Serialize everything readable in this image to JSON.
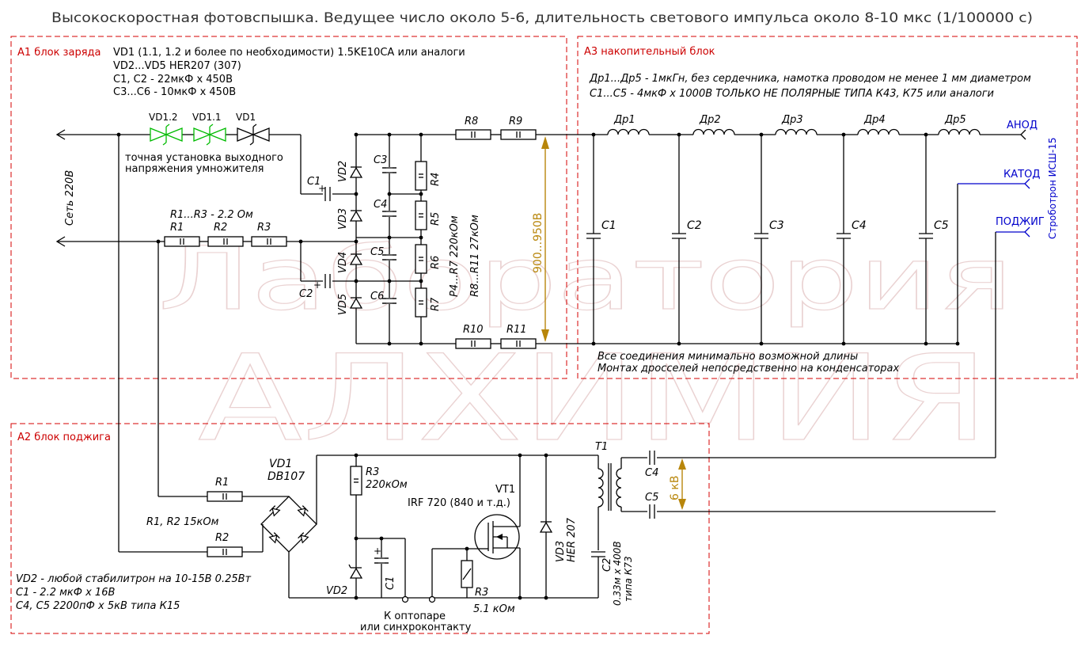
{
  "title": "Высокоскоростная фотовспышка. Ведущее число около 5-6, длительность светового импульса около 8-10 мкс (1/100000 с)",
  "watermark": {
    "line1": "Лаборатория",
    "line2": "АЛХИМИЯ"
  },
  "colors": {
    "frame": "#d40000",
    "wire": "#000000",
    "output_wire": "#0000cc",
    "zener": "#00bb00",
    "dimension": "#b8860b"
  },
  "icons": [
    "resistor-icon",
    "capacitor-icon",
    "diode-icon",
    "zener-icon",
    "inductor-icon",
    "transformer-icon",
    "mosfet-icon",
    "terminal-icon"
  ],
  "a1": {
    "title": "А1 блок заряда",
    "notes": [
      "VD1 (1.1, 1.2 и более по необходимости) 1.5KE10CA или аналоги",
      "VD2...VD5 HER207 (307)",
      "C1, C2 - 22мкФ x 450В",
      "C3...C6 - 10мкФ x 450В"
    ],
    "mains_label": "Сеть 220В",
    "zener_note": [
      "точная установка выходного",
      "напряжения умножителя"
    ],
    "res_group": "R1...R3 - 2.2 Ом",
    "labels": {
      "vd12": "VD1.2",
      "vd11": "VD1.1",
      "vd1": "VD1",
      "r1": "R1",
      "r2": "R2",
      "r3": "R3",
      "c1": "C1",
      "c2": "C2",
      "c3": "C3",
      "c4": "C4",
      "c5": "C5",
      "c6": "C6",
      "vd2": "VD2",
      "vd3": "VD3",
      "vd4": "VD4",
      "vd5": "VD5",
      "r4": "R4",
      "r5": "R5",
      "r6": "R6",
      "r7": "R7",
      "r8": "R8",
      "r9": "R9",
      "r10": "R10",
      "r11": "R11"
    },
    "res_values": [
      "P4...R7  220кОм",
      "R8...R11  27кОм"
    ],
    "voltage": "900...950В"
  },
  "a3": {
    "title": "А3 накопительный блок",
    "notes": [
      "Др1...Др5 - 1мкГн, без сердечника, намотка проводом не менее 1 мм диаметром",
      "C1...C5 - 4мкФ x 1000В ТОЛЬКО НЕ ПОЛЯРНЫЕ ТИПА К43, К75 или аналоги"
    ],
    "inductors": [
      "Др1",
      "Др2",
      "Др3",
      "Др4",
      "Др5"
    ],
    "capacitors": [
      "C1",
      "C2",
      "C3",
      "C4",
      "C5"
    ],
    "bottom_notes": [
      "Все соединения минимально возможной длины",
      "Монтах дросселей непосредственно на конденсаторах"
    ],
    "outputs": [
      "АНОД",
      "КАТОД",
      "ПОДЖИГ"
    ],
    "tube": "Стробoтрон ИСШ-15"
  },
  "a2": {
    "title": "А2 блок поджига",
    "labels": {
      "vd1": "VD1",
      "db": "DB107",
      "r1": "R1",
      "r2": "R2",
      "r12_value": "R1, R2 15кОм",
      "r3": "R3",
      "r3_value": "220кОм",
      "vt1": "VT1",
      "irf": "IRF 720 (840 и т.д.)",
      "vd3": "VD3",
      "her": "HER 207",
      "c2_value": "0.33м x 400В",
      "c2_type": "типа К73",
      "c2": "C2",
      "t1": "T1",
      "c4": "C4",
      "c5": "C5",
      "kv": "6 кВ",
      "c1": "C1",
      "vd2": "VD2",
      "rb": "R3",
      "rb_value": "5.1 кОм"
    },
    "notes": [
      "VD2 - любой стабилитрон на 10-15В 0.25Вт",
      "C1 - 2.2 мкФ x 16В",
      "C4, C5 2200пФ x 5кВ типа К15"
    ],
    "opto": [
      "К оптопаре",
      "или синхроконтакту"
    ]
  }
}
